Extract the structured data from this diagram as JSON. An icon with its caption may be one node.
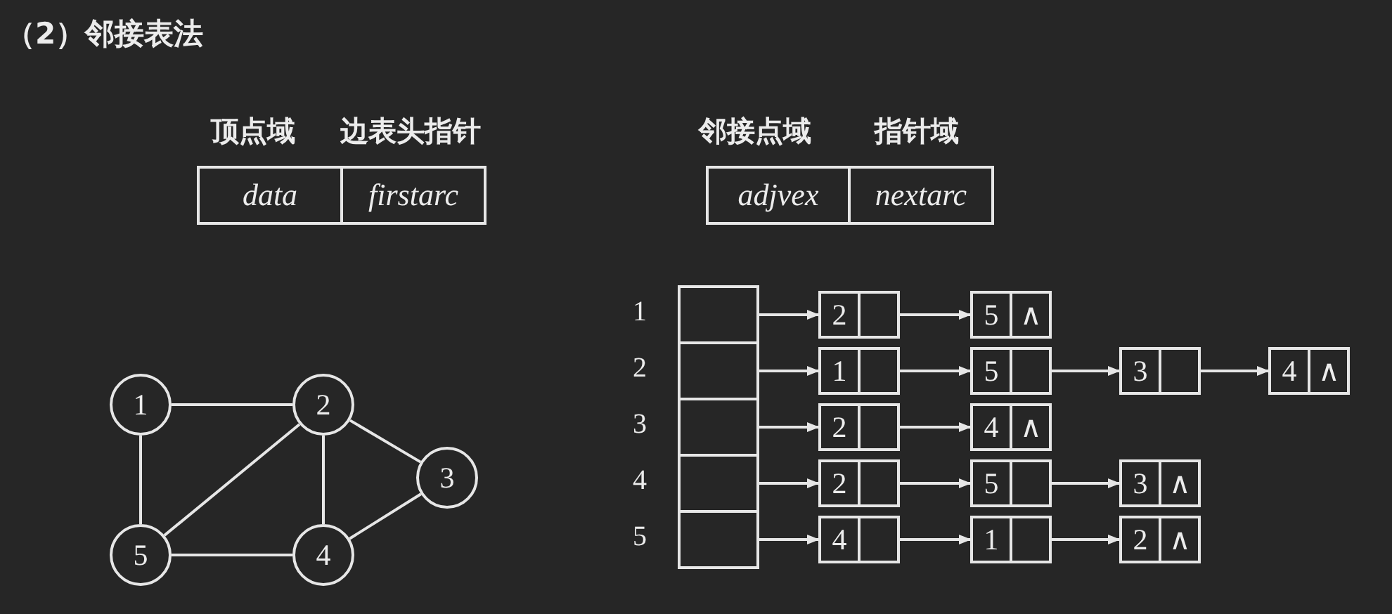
{
  "diagram": {
    "title": "（2）邻接表法",
    "nodes": [
      {
        "text": [
          "data"
        ],
        "beside": [
          "顶点域"
        ]
      },
      {
        "text": [
          "firstarc"
        ],
        "beside": [
          "边表头指针"
        ]
      },
      {
        "text": [
          "adjvex"
        ],
        "beside": [
          "邻接点域"
        ]
      },
      {
        "text": [
          "nextarc"
        ],
        "beside": [
          "指针域"
        ]
      },
      {
        "text": [
          "1"
        ]
      },
      {
        "text": [
          "2"
        ]
      },
      {
        "text": [
          "3"
        ]
      },
      {
        "text": [
          "4"
        ]
      },
      {
        "text": [
          "5"
        ]
      },
      {
        "text": [],
        "shape": "box",
        "beside": [
          "1"
        ]
      },
      {
        "text": [
          "2"
        ]
      },
      {
        "text": [
          "5",
          "∧"
        ]
      },
      {
        "text": [],
        "shape": "box",
        "beside": [
          "2"
        ]
      },
      {
        "text": [
          "1"
        ]
      },
      {
        "text": [
          "5"
        ]
      },
      {
        "text": [
          "3"
        ]
      },
      {
        "text": [
          "4",
          "∧"
        ]
      },
      {
        "text": [],
        "shape": "box",
        "beside": [
          "3"
        ]
      },
      {
        "text": [
          "2"
        ]
      },
      {
        "text": [
          "4",
          "∧"
        ]
      },
      {
        "text": [],
        "shape": "box",
        "beside": [
          "4"
        ]
      },
      {
        "text": [
          "2"
        ]
      },
      {
        "text": [
          "5"
        ]
      },
      {
        "text": [
          "3",
          "∧"
        ]
      },
      {
        "text": [],
        "shape": "box",
        "beside": [
          "5"
        ]
      },
      {
        "text": [
          "4"
        ]
      },
      {
        "text": [
          "1"
        ]
      },
      {
        "text": [
          "2",
          "∧"
        ]
      }
    ],
    "edges": [
      {
        "from": 4,
        "to": 5,
        "arrow": "none"
      },
      {
        "from": 4,
        "to": 8,
        "arrow": "none"
      },
      {
        "from": 5,
        "to": 8,
        "arrow": "none"
      },
      {
        "from": 5,
        "to": 7,
        "arrow": "none"
      },
      {
        "from": 5,
        "to": 6,
        "arrow": "none"
      },
      {
        "from": 6,
        "to": 7,
        "arrow": "none"
      },
      {
        "from": 8,
        "to": 7,
        "arrow": "none"
      },
      {
        "from": 9,
        "to": 10,
        "arrow": "to"
      },
      {
        "from": 10,
        "to": 11,
        "arrow": "to"
      },
      {
        "from": 12,
        "to": 13,
        "arrow": "to"
      },
      {
        "from": 13,
        "to": 14,
        "arrow": "to"
      },
      {
        "from": 14,
        "to": 15,
        "arrow": "to"
      },
      {
        "from": 15,
        "to": 16,
        "arrow": "to"
      },
      {
        "from": 17,
        "to": 18,
        "arrow": "to"
      },
      {
        "from": 18,
        "to": 19,
        "arrow": "to"
      },
      {
        "from": 20,
        "to": 21,
        "arrow": "to"
      },
      {
        "from": 21,
        "to": 22,
        "arrow": "to"
      },
      {
        "from": 22,
        "to": 23,
        "arrow": "to"
      },
      {
        "from": 24,
        "to": 25,
        "arrow": "to"
      },
      {
        "from": 25,
        "to": 26,
        "arrow": "to"
      },
      {
        "from": 26,
        "to": 27,
        "arrow": "to"
      }
    ]
  }
}
